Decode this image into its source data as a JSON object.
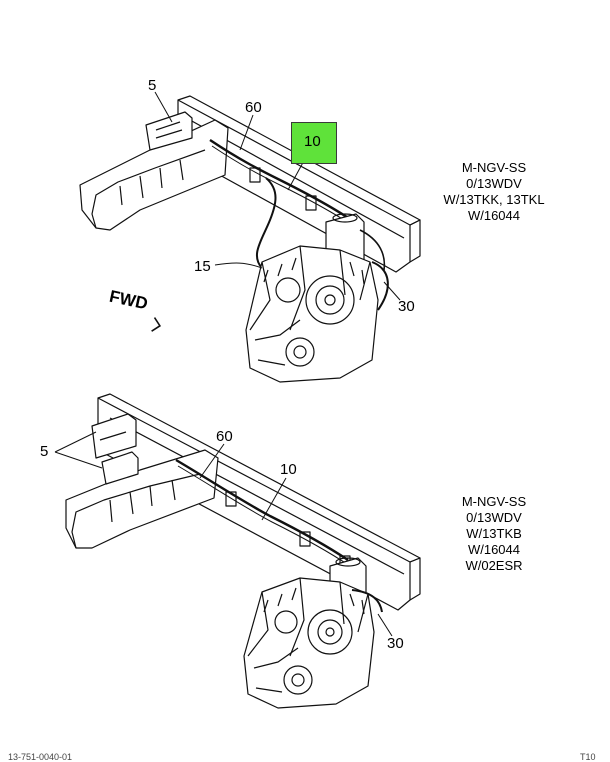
{
  "diagrams": [
    {
      "callouts": [
        "5",
        "60",
        "10",
        "15",
        "30"
      ],
      "highlight": {
        "label": "10",
        "color": "#5fe23a"
      },
      "note_lines": [
        "M-NGV-SS",
        "0/13WDV",
        "W/13TKK, 13TKL",
        "W/16044"
      ],
      "direction_label": "FWD"
    },
    {
      "callouts": [
        "5",
        "60",
        "10",
        "30"
      ],
      "note_lines": [
        "M-NGV-SS",
        "0/13WDV",
        "W/13TKB",
        "W/16044",
        "W/02ESR"
      ]
    }
  ],
  "footer": {
    "left": "13-751-0040-01",
    "right": "T10"
  }
}
